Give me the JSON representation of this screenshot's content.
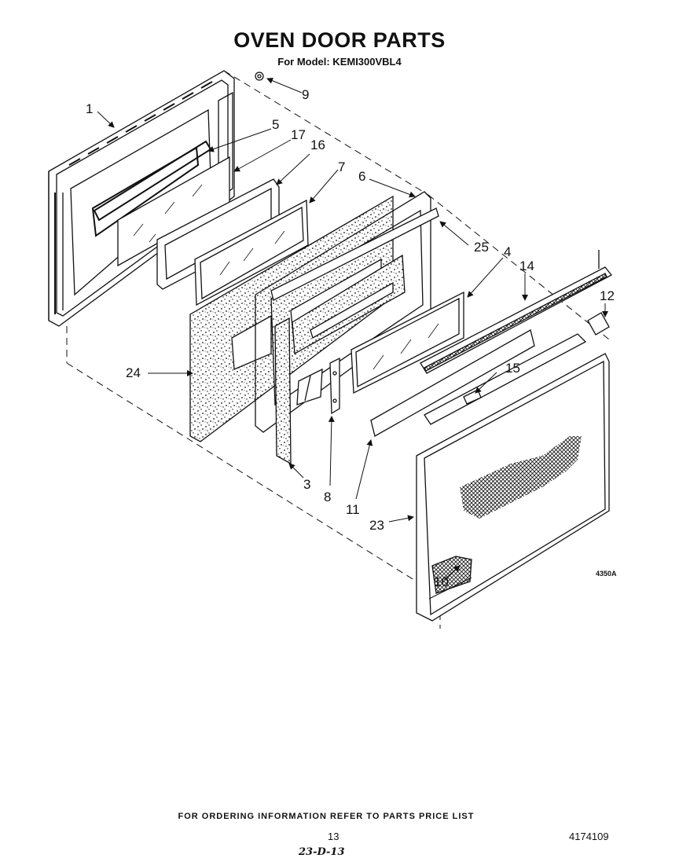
{
  "header": {
    "title": "OVEN DOOR PARTS",
    "model_line": "For Model: KEMI300VBL4"
  },
  "callouts": [
    {
      "id": "c1",
      "label": "1"
    },
    {
      "id": "c9",
      "label": "9"
    },
    {
      "id": "c5",
      "label": "5"
    },
    {
      "id": "c17",
      "label": "17"
    },
    {
      "id": "c16",
      "label": "16"
    },
    {
      "id": "c7",
      "label": "7"
    },
    {
      "id": "c6",
      "label": "6"
    },
    {
      "id": "c25",
      "label": "25"
    },
    {
      "id": "c4",
      "label": "4"
    },
    {
      "id": "c14",
      "label": "14"
    },
    {
      "id": "c12",
      "label": "12"
    },
    {
      "id": "c15",
      "label": "15"
    },
    {
      "id": "c24",
      "label": "24"
    },
    {
      "id": "c3",
      "label": "3"
    },
    {
      "id": "c8",
      "label": "8"
    },
    {
      "id": "c11",
      "label": "11"
    },
    {
      "id": "c23",
      "label": "23"
    },
    {
      "id": "c10",
      "label": "10"
    }
  ],
  "figure_id": "4350A",
  "footer": {
    "ordering_note": "FOR ORDERING INFORMATION REFER TO PARTS PRICE LIST",
    "page_number": "13",
    "document_number": "4174109",
    "handwritten_code": "23-D-13"
  },
  "colors": {
    "ink": "#111111",
    "paper": "#ffffff"
  }
}
